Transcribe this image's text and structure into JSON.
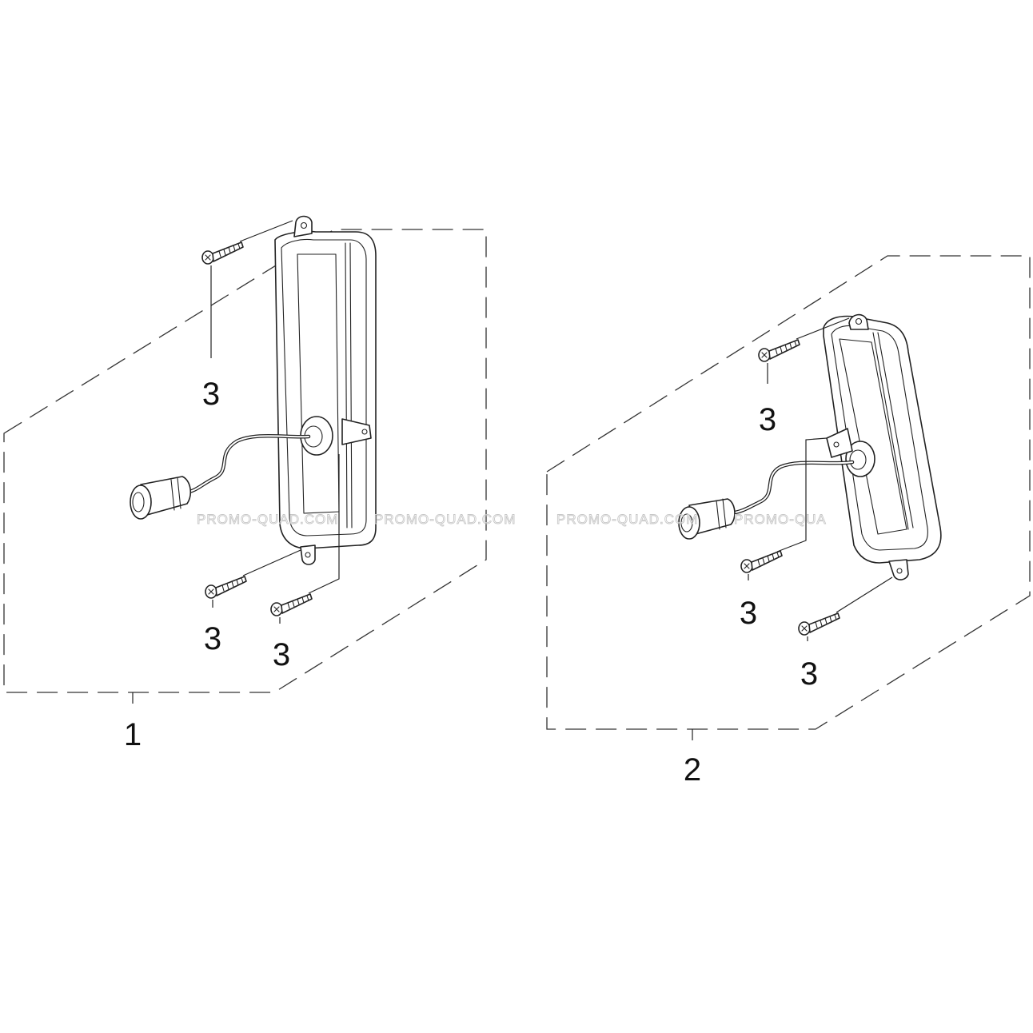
{
  "assemblies": [
    {
      "callout": "1",
      "fastener_callouts": [
        "3",
        "3",
        "3"
      ]
    },
    {
      "callout": "2",
      "fastener_callouts": [
        "3",
        "3",
        "3"
      ]
    }
  ],
  "watermarks": [
    "PROMO-QUAD.COM",
    "PROMO-QUAD.COM",
    "PROMO-QUAD.COM",
    "PROMO-QUA"
  ],
  "colors": {
    "line": "#222222",
    "watermark": "#c8c8c8",
    "background": "#ffffff"
  }
}
